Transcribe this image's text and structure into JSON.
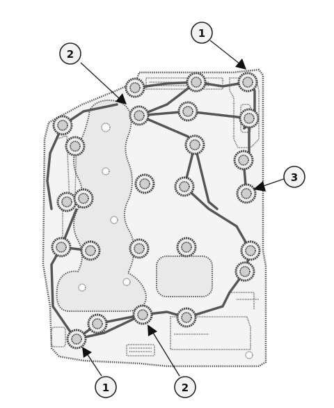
{
  "callouts": [
    {
      "label": "1"
    },
    {
      "label": "2"
    },
    {
      "label": "3"
    },
    {
      "label": "1"
    },
    {
      "label": "2"
    }
  ],
  "colors": {
    "line": "#555555",
    "callout_text": "#111111",
    "background": "#ffffff"
  }
}
